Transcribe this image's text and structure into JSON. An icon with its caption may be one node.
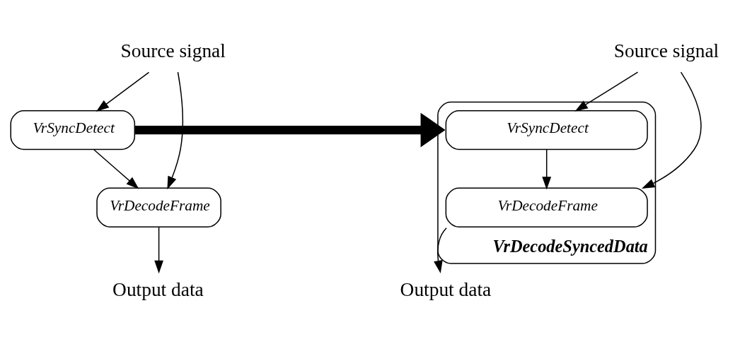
{
  "diagram": {
    "nodes": [
      {
        "text": [
          "Source signal"
        ]
      },
      {
        "text": [
          "VrSyncDetect"
        ]
      },
      {
        "text": [
          "VrDecodeFrame"
        ]
      },
      {
        "text": [
          "Output data"
        ]
      },
      {
        "text": [
          "Source signal"
        ]
      },
      {
        "text": [
          "VrDecodeSyncedData"
        ]
      },
      {
        "text": [
          "VrSyncDetect"
        ],
        "in": 5
      },
      {
        "text": [
          "VrDecodeFrame"
        ],
        "in": 5
      },
      {
        "text": [
          "Output data"
        ]
      }
    ],
    "edges": [
      {
        "from": 0,
        "to": 1,
        "arrow": "to"
      },
      {
        "from": 0,
        "to": 2,
        "arrow": "to"
      },
      {
        "from": 1,
        "to": 2,
        "arrow": "to"
      },
      {
        "from": 2,
        "to": 3,
        "arrow": "to"
      },
      {
        "from": 1,
        "to": 5,
        "arrow": "to",
        "style": "thick"
      },
      {
        "from": 4,
        "to": 6,
        "arrow": "to"
      },
      {
        "from": 4,
        "to": 7,
        "arrow": "to"
      },
      {
        "from": 6,
        "to": 7,
        "arrow": "to"
      },
      {
        "from": 7,
        "to": 8,
        "arrow": "to"
      }
    ]
  }
}
